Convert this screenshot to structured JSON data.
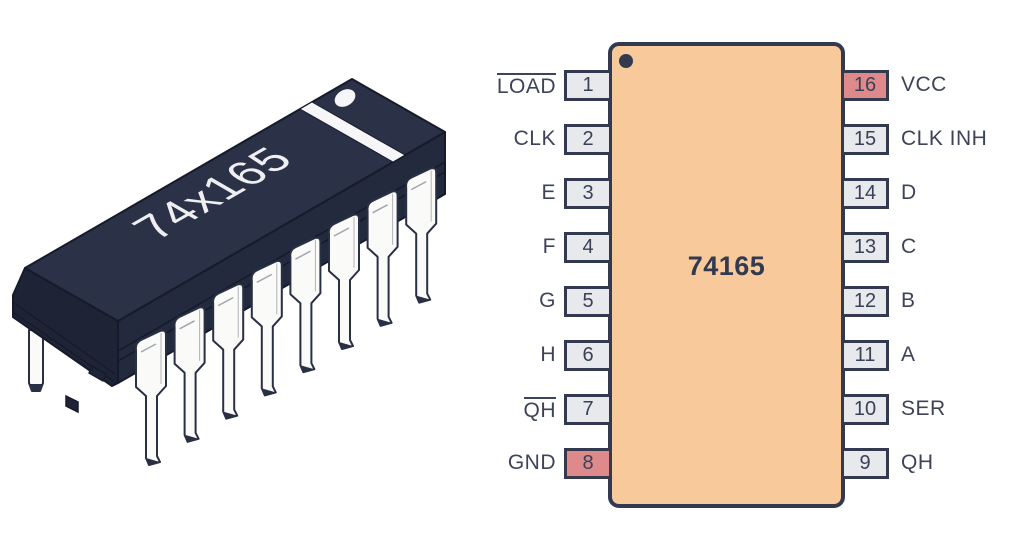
{
  "chip_3d": {
    "marking": "74x165",
    "body_color": "#2B3147",
    "front_color": "#242A3D",
    "end_color": "#1E2435",
    "pin_color": "#FAFAF8",
    "stripe_color": "#F6F6F8"
  },
  "pinout": {
    "part_number": "74165",
    "body_color": "#F8C99B",
    "outline_color": "#333A50",
    "pin_box_color": "#E8E9EC",
    "power_pin_color": "#DE8A8A",
    "left_pins": [
      {
        "number": "1",
        "label": "LOAD",
        "overline": true,
        "power": false
      },
      {
        "number": "2",
        "label": "CLK",
        "overline": false,
        "power": false
      },
      {
        "number": "3",
        "label": "E",
        "overline": false,
        "power": false
      },
      {
        "number": "4",
        "label": "F",
        "overline": false,
        "power": false
      },
      {
        "number": "5",
        "label": "G",
        "overline": false,
        "power": false
      },
      {
        "number": "6",
        "label": "H",
        "overline": false,
        "power": false
      },
      {
        "number": "7",
        "label": "QH",
        "overline": true,
        "power": false
      },
      {
        "number": "8",
        "label": "GND",
        "overline": false,
        "power": true
      }
    ],
    "right_pins": [
      {
        "number": "16",
        "label": "VCC",
        "overline": false,
        "power": true
      },
      {
        "number": "15",
        "label": "CLK INH",
        "overline": false,
        "power": false
      },
      {
        "number": "14",
        "label": "D",
        "overline": false,
        "power": false
      },
      {
        "number": "13",
        "label": "C",
        "overline": false,
        "power": false
      },
      {
        "number": "12",
        "label": "B",
        "overline": false,
        "power": false
      },
      {
        "number": "11",
        "label": "A",
        "overline": false,
        "power": false
      },
      {
        "number": "10",
        "label": "SER",
        "overline": false,
        "power": false
      },
      {
        "number": "9",
        "label": "QH",
        "overline": false,
        "power": false
      }
    ]
  }
}
